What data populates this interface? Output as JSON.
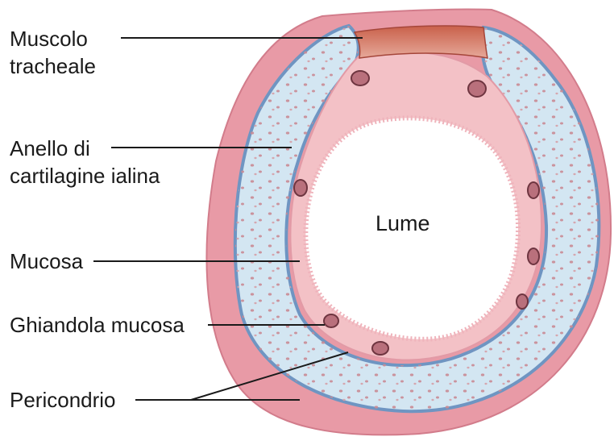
{
  "labels": {
    "muscolo_tracheale_line1": "Muscolo",
    "muscolo_tracheale_line2": "tracheale",
    "anello_line1": "Anello di",
    "anello_line2": "cartilagine ialina",
    "mucosa": "Mucosa",
    "ghiandola_mucosa": "Ghiandola mucosa",
    "pericondrio": "Pericondrio",
    "lume": "Lume"
  },
  "colors": {
    "outer_tissue": "#e89aa6",
    "cartilage": "#d3e6f2",
    "perichondrium_line": "#6f95c2",
    "mucosa": "#f3c1c6",
    "muscle": "#b8543f",
    "lumen": "#ffffff",
    "gland": "#9a4f5a"
  }
}
